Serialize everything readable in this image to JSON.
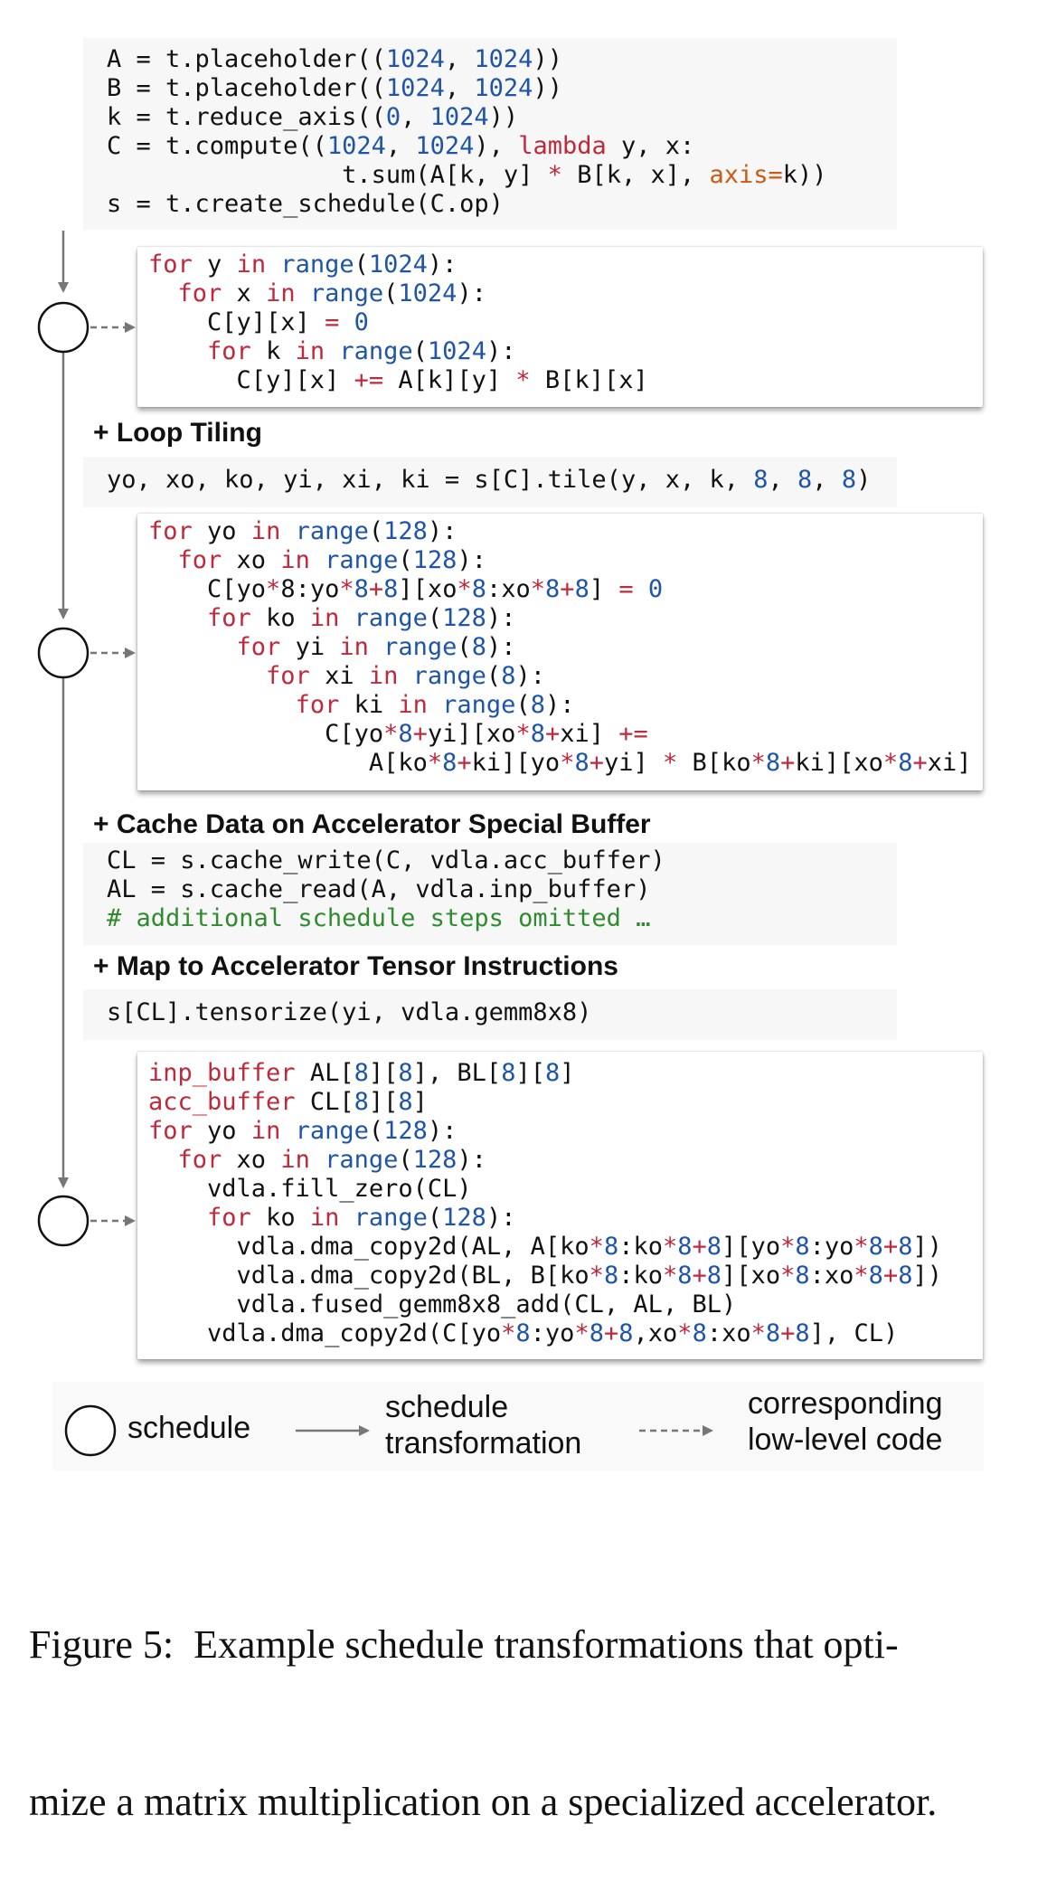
{
  "blocks": {
    "definition": [
      [
        [
          "A = t.placeholder((",
          ""
        ],
        [
          "1024",
          "num"
        ],
        [
          ", ",
          ""
        ],
        [
          "1024",
          "num"
        ],
        [
          "))",
          ""
        ]
      ],
      [
        [
          "B = t.placeholder((",
          ""
        ],
        [
          "1024",
          "num"
        ],
        [
          ", ",
          ""
        ],
        [
          "1024",
          "num"
        ],
        [
          "))",
          ""
        ]
      ],
      [
        [
          "k = t.reduce_axis((",
          ""
        ],
        [
          "0",
          "num"
        ],
        [
          ", ",
          ""
        ],
        [
          "1024",
          "num"
        ],
        [
          "))",
          ""
        ]
      ],
      [
        [
          "C = t.compute((",
          ""
        ],
        [
          "1024",
          "num"
        ],
        [
          ", ",
          ""
        ],
        [
          "1024",
          "num"
        ],
        [
          "), ",
          ""
        ],
        [
          "lambda",
          "kw"
        ],
        [
          " y, x:",
          ""
        ]
      ],
      [
        [
          "                t.sum(A[k, y] ",
          ""
        ],
        [
          "*",
          "op"
        ],
        [
          " B[k, x], ",
          ""
        ],
        [
          "axis=",
          "arg"
        ],
        [
          "k))",
          ""
        ]
      ],
      [
        [
          "s = t.create_schedule(C.op)",
          ""
        ]
      ]
    ],
    "code1": [
      [
        [
          "for",
          "kw"
        ],
        [
          " y ",
          ""
        ],
        [
          "in",
          "kw"
        ],
        [
          " ",
          ""
        ],
        [
          "range",
          "num"
        ],
        [
          "(",
          ""
        ],
        [
          "1024",
          "num"
        ],
        [
          "):",
          ""
        ]
      ],
      [
        [
          "  ",
          ""
        ],
        [
          "for",
          "kw"
        ],
        [
          " x ",
          ""
        ],
        [
          "in",
          "kw"
        ],
        [
          " ",
          ""
        ],
        [
          "range",
          "num"
        ],
        [
          "(",
          ""
        ],
        [
          "1024",
          "num"
        ],
        [
          "):",
          ""
        ]
      ],
      [
        [
          "    C[y][x] ",
          ""
        ],
        [
          "=",
          "op"
        ],
        [
          " ",
          ""
        ],
        [
          "0",
          "num"
        ]
      ],
      [
        [
          "    ",
          ""
        ],
        [
          "for",
          "kw"
        ],
        [
          " k ",
          ""
        ],
        [
          "in",
          "kw"
        ],
        [
          " ",
          ""
        ],
        [
          "range",
          "num"
        ],
        [
          "(",
          ""
        ],
        [
          "1024",
          "num"
        ],
        [
          "):",
          ""
        ]
      ],
      [
        [
          "      C[y][x] ",
          ""
        ],
        [
          "+=",
          "op"
        ],
        [
          " A[k][y] ",
          ""
        ],
        [
          "*",
          "op"
        ],
        [
          " B[k][x]",
          ""
        ]
      ]
    ],
    "tiling": [
      [
        [
          "yo, xo, ko, yi, xi, ki = s[C].tile(y, x, k, ",
          ""
        ],
        [
          "8",
          "num"
        ],
        [
          ", ",
          ""
        ],
        [
          "8",
          "num"
        ],
        [
          ", ",
          ""
        ],
        [
          "8",
          "num"
        ],
        [
          ")",
          ""
        ]
      ]
    ],
    "code2": [
      [
        [
          "for",
          "kw"
        ],
        [
          " yo ",
          ""
        ],
        [
          "in",
          "kw"
        ],
        [
          " ",
          ""
        ],
        [
          "range",
          "num"
        ],
        [
          "(",
          ""
        ],
        [
          "128",
          "num"
        ],
        [
          "):",
          ""
        ]
      ],
      [
        [
          "  ",
          ""
        ],
        [
          "for",
          "kw"
        ],
        [
          " xo ",
          ""
        ],
        [
          "in",
          "kw"
        ],
        [
          " ",
          ""
        ],
        [
          "range",
          "num"
        ],
        [
          "(",
          ""
        ],
        [
          "128",
          "num"
        ],
        [
          "):",
          ""
        ]
      ],
      [
        [
          "    C[yo",
          ""
        ],
        [
          "*",
          "op"
        ],
        [
          "8",
          ""
        ],
        [
          ":yo",
          ""
        ],
        [
          "*",
          "op"
        ],
        [
          "8",
          "num"
        ],
        [
          "+",
          "op"
        ],
        [
          "8",
          "num"
        ],
        [
          "][xo",
          ""
        ],
        [
          "*",
          "op"
        ],
        [
          "8",
          "num"
        ],
        [
          ":xo",
          ""
        ],
        [
          "*",
          "op"
        ],
        [
          "8",
          "num"
        ],
        [
          "+",
          "op"
        ],
        [
          "8",
          "num"
        ],
        [
          "] ",
          ""
        ],
        [
          "=",
          "op"
        ],
        [
          " ",
          ""
        ],
        [
          "0",
          "num"
        ]
      ],
      [
        [
          "    ",
          ""
        ],
        [
          "for",
          "kw"
        ],
        [
          " ko ",
          ""
        ],
        [
          "in",
          "kw"
        ],
        [
          " ",
          ""
        ],
        [
          "range",
          "num"
        ],
        [
          "(",
          ""
        ],
        [
          "128",
          "num"
        ],
        [
          "):",
          ""
        ]
      ],
      [
        [
          "      ",
          ""
        ],
        [
          "for",
          "kw"
        ],
        [
          " yi ",
          ""
        ],
        [
          "in",
          "kw"
        ],
        [
          " ",
          ""
        ],
        [
          "range",
          "num"
        ],
        [
          "(",
          ""
        ],
        [
          "8",
          "num"
        ],
        [
          "):",
          ""
        ]
      ],
      [
        [
          "        ",
          ""
        ],
        [
          "for",
          "kw"
        ],
        [
          " xi ",
          ""
        ],
        [
          "in",
          "kw"
        ],
        [
          " ",
          ""
        ],
        [
          "range",
          "num"
        ],
        [
          "(",
          ""
        ],
        [
          "8",
          "num"
        ],
        [
          "):",
          ""
        ]
      ],
      [
        [
          "          ",
          ""
        ],
        [
          "for",
          "kw"
        ],
        [
          " ki ",
          ""
        ],
        [
          "in",
          "kw"
        ],
        [
          " ",
          ""
        ],
        [
          "range",
          "num"
        ],
        [
          "(",
          ""
        ],
        [
          "8",
          "num"
        ],
        [
          "):",
          ""
        ]
      ],
      [
        [
          "            C[yo",
          ""
        ],
        [
          "*",
          "op"
        ],
        [
          "8",
          "num"
        ],
        [
          "+",
          "op"
        ],
        [
          "yi][xo",
          ""
        ],
        [
          "*",
          "op"
        ],
        [
          "8",
          "num"
        ],
        [
          "+",
          "op"
        ],
        [
          "xi] ",
          ""
        ],
        [
          "+=",
          "op"
        ]
      ],
      [
        [
          "               A[ko",
          ""
        ],
        [
          "*",
          "op"
        ],
        [
          "8",
          "num"
        ],
        [
          "+",
          "op"
        ],
        [
          "ki][yo",
          ""
        ],
        [
          "*",
          "op"
        ],
        [
          "8",
          "num"
        ],
        [
          "+",
          "op"
        ],
        [
          "yi] ",
          ""
        ],
        [
          "*",
          "op"
        ],
        [
          " B[ko",
          ""
        ],
        [
          "*",
          "op"
        ],
        [
          "8",
          "num"
        ],
        [
          "+",
          "op"
        ],
        [
          "ki][xo",
          ""
        ],
        [
          "*",
          "op"
        ],
        [
          "8",
          "num"
        ],
        [
          "+",
          "op"
        ],
        [
          "xi]",
          ""
        ]
      ]
    ],
    "cache": [
      [
        [
          "CL = s.cache_write(C, vdla.acc_buffer)",
          ""
        ]
      ],
      [
        [
          "AL = s.cache_read(A, vdla.inp_buffer)",
          ""
        ]
      ],
      [
        [
          "# additional schedule steps omitted …",
          "cm"
        ]
      ]
    ],
    "tensorize": [
      [
        [
          "s[CL].tensorize(yi, vdla.gemm8x8)",
          ""
        ]
      ]
    ],
    "code3": [
      [
        [
          "inp_buffer",
          "kw"
        ],
        [
          " AL[",
          ""
        ],
        [
          "8",
          "num"
        ],
        [
          "][",
          ""
        ],
        [
          "8",
          "num"
        ],
        [
          "], BL[",
          ""
        ],
        [
          "8",
          "num"
        ],
        [
          "][",
          ""
        ],
        [
          "8",
          "num"
        ],
        [
          "]",
          ""
        ]
      ],
      [
        [
          "acc_buffer",
          "kw"
        ],
        [
          " CL[",
          ""
        ],
        [
          "8",
          "num"
        ],
        [
          "][",
          ""
        ],
        [
          "8",
          "num"
        ],
        [
          "]",
          ""
        ]
      ],
      [
        [
          "for",
          "kw"
        ],
        [
          " yo ",
          ""
        ],
        [
          "in",
          "kw"
        ],
        [
          " ",
          ""
        ],
        [
          "range",
          "num"
        ],
        [
          "(",
          ""
        ],
        [
          "128",
          "num"
        ],
        [
          "):",
          ""
        ]
      ],
      [
        [
          "  ",
          ""
        ],
        [
          "for",
          "kw"
        ],
        [
          " xo ",
          ""
        ],
        [
          "in",
          "kw"
        ],
        [
          " ",
          ""
        ],
        [
          "range",
          "num"
        ],
        [
          "(",
          ""
        ],
        [
          "128",
          "num"
        ],
        [
          "):",
          ""
        ]
      ],
      [
        [
          "    vdla.fill_zero(CL)",
          ""
        ]
      ],
      [
        [
          "    ",
          ""
        ],
        [
          "for",
          "kw"
        ],
        [
          " ko ",
          ""
        ],
        [
          "in",
          "kw"
        ],
        [
          " ",
          ""
        ],
        [
          "range",
          "num"
        ],
        [
          "(",
          ""
        ],
        [
          "128",
          "num"
        ],
        [
          "):",
          ""
        ]
      ],
      [
        [
          "      vdla.dma_copy2d(AL, A[ko",
          ""
        ],
        [
          "*",
          "op"
        ],
        [
          "8",
          "num"
        ],
        [
          ":ko",
          ""
        ],
        [
          "*",
          "op"
        ],
        [
          "8",
          "num"
        ],
        [
          "+",
          "op"
        ],
        [
          "8",
          "num"
        ],
        [
          "][yo",
          ""
        ],
        [
          "*",
          "op"
        ],
        [
          "8",
          "num"
        ],
        [
          ":yo",
          ""
        ],
        [
          "*",
          "op"
        ],
        [
          "8",
          "num"
        ],
        [
          "+",
          "op"
        ],
        [
          "8",
          "num"
        ],
        [
          "])",
          ""
        ]
      ],
      [
        [
          "      vdla.dma_copy2d(BL, B[ko",
          ""
        ],
        [
          "*",
          "op"
        ],
        [
          "8",
          "num"
        ],
        [
          ":ko",
          ""
        ],
        [
          "*",
          "op"
        ],
        [
          "8",
          "num"
        ],
        [
          "+",
          "op"
        ],
        [
          "8",
          "num"
        ],
        [
          "][xo",
          ""
        ],
        [
          "*",
          "op"
        ],
        [
          "8",
          "num"
        ],
        [
          ":xo",
          ""
        ],
        [
          "*",
          "op"
        ],
        [
          "8",
          "num"
        ],
        [
          "+",
          "op"
        ],
        [
          "8",
          "num"
        ],
        [
          "])",
          ""
        ]
      ],
      [
        [
          "      vdla.fused_gemm8x8_add(CL, AL, BL)",
          ""
        ]
      ],
      [
        [
          "    vdla.dma_copy2d(C[yo",
          ""
        ],
        [
          "*",
          "op"
        ],
        [
          "8",
          "num"
        ],
        [
          ":yo",
          ""
        ],
        [
          "*",
          "op"
        ],
        [
          "8",
          "num"
        ],
        [
          "+",
          "op"
        ],
        [
          "8",
          "num"
        ],
        [
          ",xo",
          ""
        ],
        [
          "*",
          "op"
        ],
        [
          "8",
          "num"
        ],
        [
          ":xo",
          ""
        ],
        [
          "*",
          "op"
        ],
        [
          "8",
          "num"
        ],
        [
          "+",
          "op"
        ],
        [
          "8",
          "num"
        ],
        [
          "], CL)",
          ""
        ]
      ]
    ]
  },
  "headings": {
    "loop_tiling": "+ Loop Tiling",
    "cache": "+ Cache Data on Accelerator Special Buffer",
    "map": "+ Map to Accelerator Tensor Instructions"
  },
  "legend": {
    "schedule": "schedule",
    "transform_line1": "schedule",
    "transform_line2": "transformation",
    "code_line1": "corresponding",
    "code_line2": "low-level code"
  },
  "caption": {
    "line1": "Figure 5:  Example schedule transformations that opti-",
    "line2": "mize a matrix multiplication on a specialized accelerator."
  },
  "colors": {
    "keyword": "#c0283c",
    "number": "#1f55a8",
    "comment": "#2e8b2e",
    "argument": "#cc5a12"
  }
}
